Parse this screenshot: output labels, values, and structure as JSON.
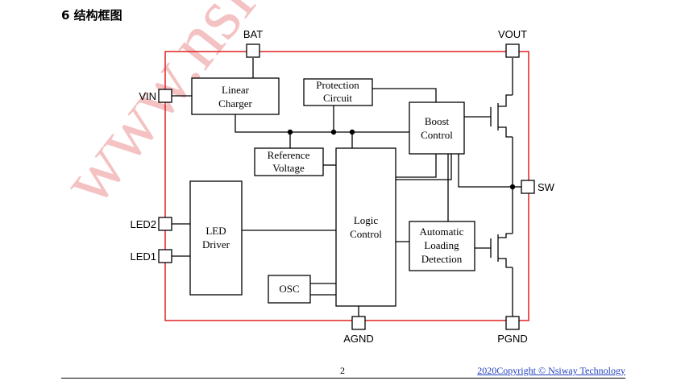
{
  "section": {
    "title": "6  结构框图"
  },
  "watermark": {
    "text": "www.nsi",
    "color": "#f3b8b8"
  },
  "blocks": {
    "linear_charger": [
      "Linear",
      "Charger"
    ],
    "protection": [
      "Protection",
      "Circuit"
    ],
    "boost": [
      "Boost",
      "Control"
    ],
    "reference": [
      "Reference",
      "Voltage"
    ],
    "logic": [
      "Logic",
      "Control"
    ],
    "led_driver": [
      "LED",
      "Driver"
    ],
    "osc": [
      "OSC"
    ],
    "auto_loading": [
      "Automatic",
      "Loading",
      "Detection"
    ]
  },
  "pins": {
    "bat": "BAT",
    "vout": "VOUT",
    "vin": "VIN",
    "sw": "SW",
    "led2": "LED2",
    "led1": "LED1",
    "agnd": "AGND",
    "pgnd": "PGND"
  },
  "colors": {
    "chip_border": "#e02020",
    "wire": "#000000",
    "footer_link": "#1f3fbf"
  },
  "footer": {
    "page": "2",
    "copyright": "2020Copyright © Nsiway Technology"
  }
}
